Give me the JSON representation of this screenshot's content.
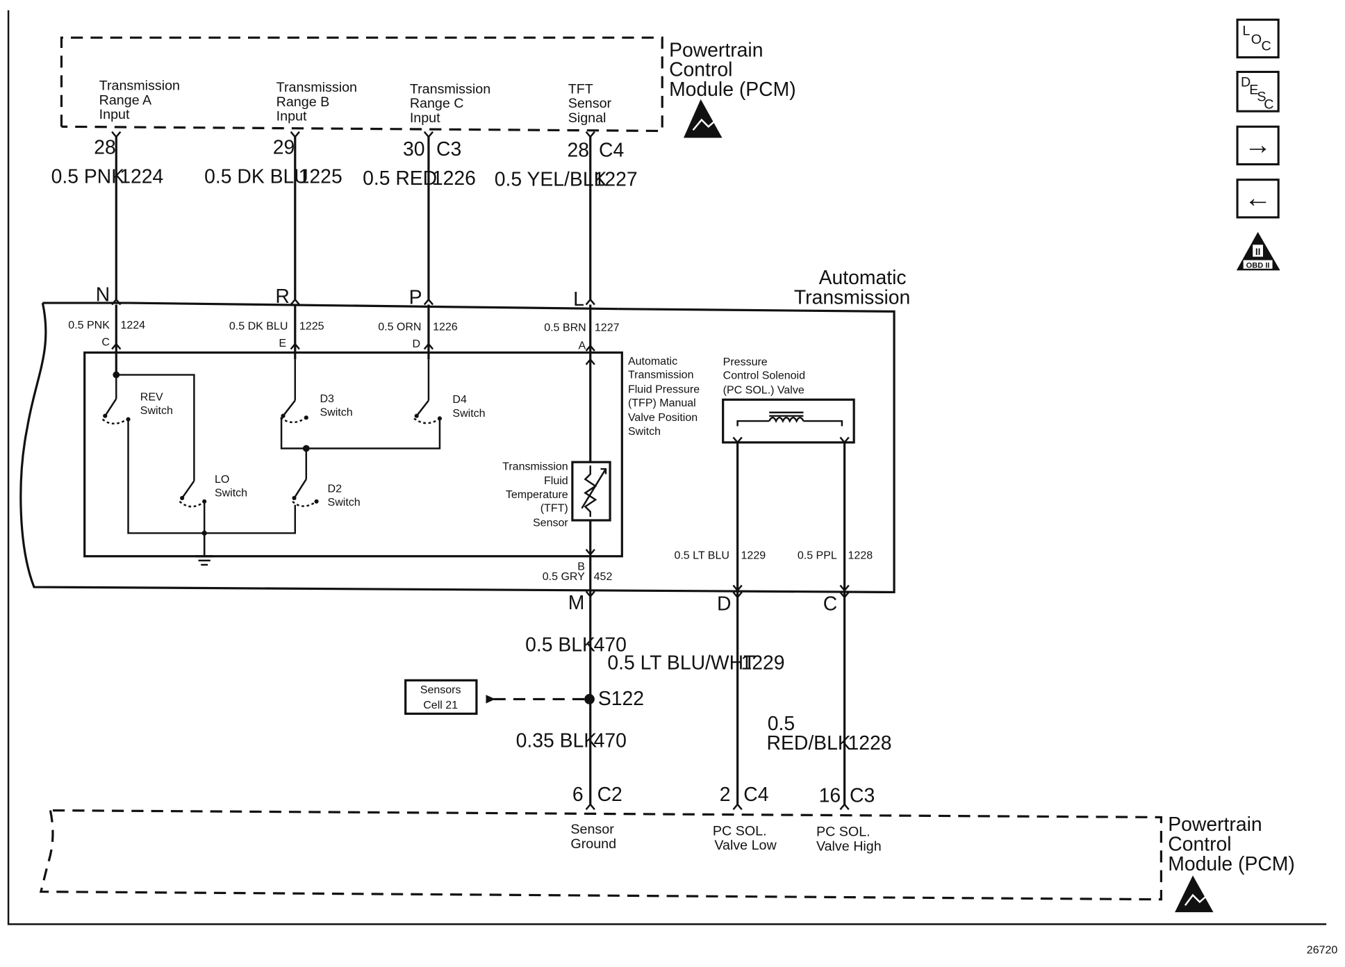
{
  "pcm_top": {
    "title": [
      "Powertrain",
      "Control",
      "Module (PCM)"
    ],
    "inputs": {
      "range_a": [
        "Transmission",
        "Range A",
        "Input"
      ],
      "range_b": [
        "Transmission",
        "Range B",
        "Input"
      ],
      "range_c": [
        "Transmission",
        "Range C",
        "Input"
      ],
      "tft": [
        "TFT",
        "Sensor",
        "Signal"
      ]
    }
  },
  "top_pins": {
    "a": {
      "pin": "28",
      "conn": "",
      "wire": "0.5 PNK",
      "circuit": "1224"
    },
    "b": {
      "pin": "29",
      "conn": "",
      "wire": "0.5 DK BLU",
      "circuit": "1225"
    },
    "c": {
      "pin": "30",
      "conn": "C3",
      "wire": "0.5 RED",
      "circuit": "1226"
    },
    "d": {
      "pin": "28",
      "conn": "C4",
      "wire": "0.5 YEL/BLK",
      "circuit": "1227"
    }
  },
  "trans": {
    "title": [
      "Automatic",
      "Transmission"
    ],
    "conn_letters": {
      "n": "N",
      "r": "R",
      "p": "P",
      "l": "L",
      "m": "M",
      "d": "D",
      "c": "C"
    },
    "inner_wires": {
      "a": {
        "wire": "0.5 PNK",
        "circuit": "1224",
        "pin": "C"
      },
      "b": {
        "wire": "0.5 DK BLU",
        "circuit": "1225",
        "pin": "E"
      },
      "c": {
        "wire": "0.5 ORN",
        "circuit": "1226",
        "pin": "D"
      },
      "d": {
        "wire": "0.5 BRN",
        "circuit": "1227",
        "pin": "A"
      },
      "gnd": {
        "wire": "0.5 GRY",
        "circuit": "452",
        "pin": "B"
      },
      "pc_low": {
        "wire": "0.5 LT BLU",
        "circuit": "1229"
      },
      "pc_high": {
        "wire": "0.5 PPL",
        "circuit": "1228"
      }
    },
    "tfp_label": [
      "Automatic",
      "Transmission",
      "Fluid Pressure",
      "(TFP) Manual",
      "Valve Position",
      "Switch"
    ],
    "switches": {
      "rev": [
        "REV",
        "Switch"
      ],
      "lo": [
        "LO",
        "Switch"
      ],
      "d3": [
        "D3",
        "Switch"
      ],
      "d2": [
        "D2",
        "Switch"
      ],
      "d4": [
        "D4",
        "Switch"
      ]
    },
    "tft_sensor": [
      "Transmission",
      "Fluid",
      "Temperature",
      "(TFT)",
      "Sensor"
    ],
    "pc_solenoid": [
      "Pressure",
      "Control Solenoid",
      "(PC SOL.) Valve"
    ]
  },
  "lower_wires": {
    "gnd_upper": {
      "wire": "0.5 BLK",
      "circuit": "470"
    },
    "pc_low": {
      "wire": "0.5 LT BLU/WHT",
      "circuit": "1229"
    },
    "splice": "S122",
    "ref_box": [
      "Sensors",
      "Cell 21"
    ],
    "gnd_lower": {
      "wire": "0.35 BLK",
      "circuit": "470"
    },
    "pc_high": {
      "wire_line1": "0.5",
      "wire_line2": "RED/BLK",
      "circuit": "1228"
    }
  },
  "bottom_pins": {
    "gnd": {
      "pin": "6",
      "conn": "C2"
    },
    "low": {
      "pin": "2",
      "conn": "C4"
    },
    "high": {
      "pin": "16",
      "conn": "C3"
    }
  },
  "pcm_bottom": {
    "title": [
      "Powertrain",
      "Control",
      "Module (PCM)"
    ],
    "outputs": {
      "gnd": [
        "Sensor",
        "Ground"
      ],
      "low": [
        "PC SOL.",
        "Valve Low"
      ],
      "high": [
        "PC SOL.",
        "Valve High"
      ]
    }
  },
  "side_buttons": {
    "loc": {
      "big": "L",
      "small1": "O",
      "small2": "C"
    },
    "desc": {
      "big": "D",
      "small1": "E",
      "small2": "S",
      "small3": "C"
    },
    "next": "→",
    "prev": "←",
    "obd": {
      "numeral": "II",
      "text": "OBD II"
    }
  },
  "figure_number": "26720"
}
